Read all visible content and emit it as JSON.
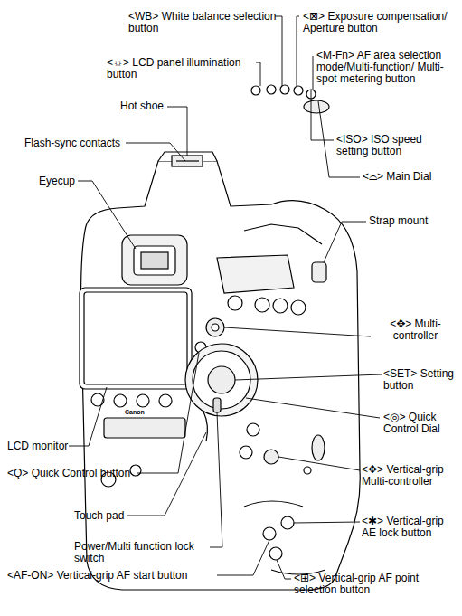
{
  "diagram": {
    "labels": [
      "<WB> White balance selection button",
      "<⊠> Exposure compensation/ Aperture button",
      "<☼> LCD panel illumination button",
      "<M-Fn> AF area selection mode/Multi-function/ Multi-spot metering button",
      "Hot shoe",
      "<ISO> ISO speed setting button",
      "Flash-sync contacts",
      "<⌓> Main Dial",
      "Eyecup",
      "Strap mount",
      "<✥> Multi-controller",
      "<SET> Setting button",
      "<◎> Quick Control Dial",
      "LCD monitor",
      "<✥> Vertical-grip Multi-controller",
      "<Q> Quick Control button",
      "Touch pad",
      "<✱> Vertical-grip AE lock button",
      "Power/Multi function lock switch",
      "<AF-ON> Vertical-grip AF start button",
      "<⊞> Vertical-grip AF point selection button",
      "Canon"
    ]
  }
}
